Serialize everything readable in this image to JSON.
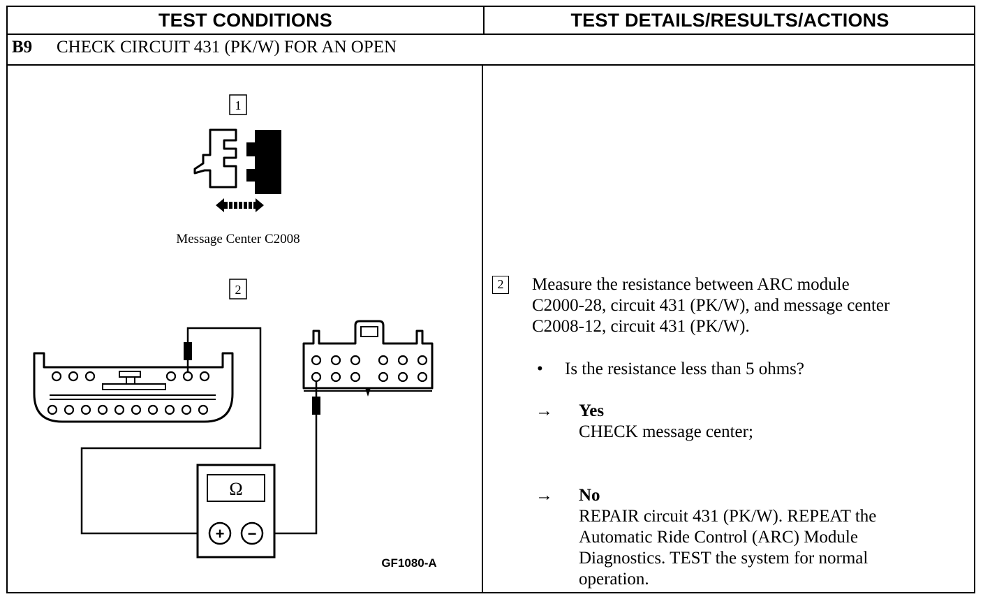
{
  "header": {
    "left": "TEST CONDITIONS",
    "right": "TEST DETAILS/RESULTS/ACTIONS"
  },
  "step": {
    "id": "B9",
    "title": "CHECK CIRCUIT 431 (PK/W) FOR AN OPEN"
  },
  "diagram": {
    "box1": "1",
    "connector_label": "Message Center C2008",
    "box2": "2",
    "meter_symbol": "Ω",
    "plus": "+",
    "minus": "−",
    "figure_id": "GF1080-A"
  },
  "details": {
    "step_num": "2",
    "instruction": [
      "Measure the resistance between ARC module",
      "C2000-28, circuit 431 (PK/W), and message center",
      "C2008-12, circuit 431 (PK/W)."
    ],
    "bullet": "•",
    "question": "Is the resistance less than 5 ohms?",
    "arrow": "→",
    "yes": {
      "label": "Yes",
      "lines": [
        "CHECK message center;"
      ]
    },
    "no": {
      "label": "No",
      "lines": [
        "REPAIR circuit 431 (PK/W). REPEAT the",
        "Automatic Ride Control (ARC) Module",
        "Diagnostics. TEST the system for normal",
        "operation."
      ]
    }
  }
}
